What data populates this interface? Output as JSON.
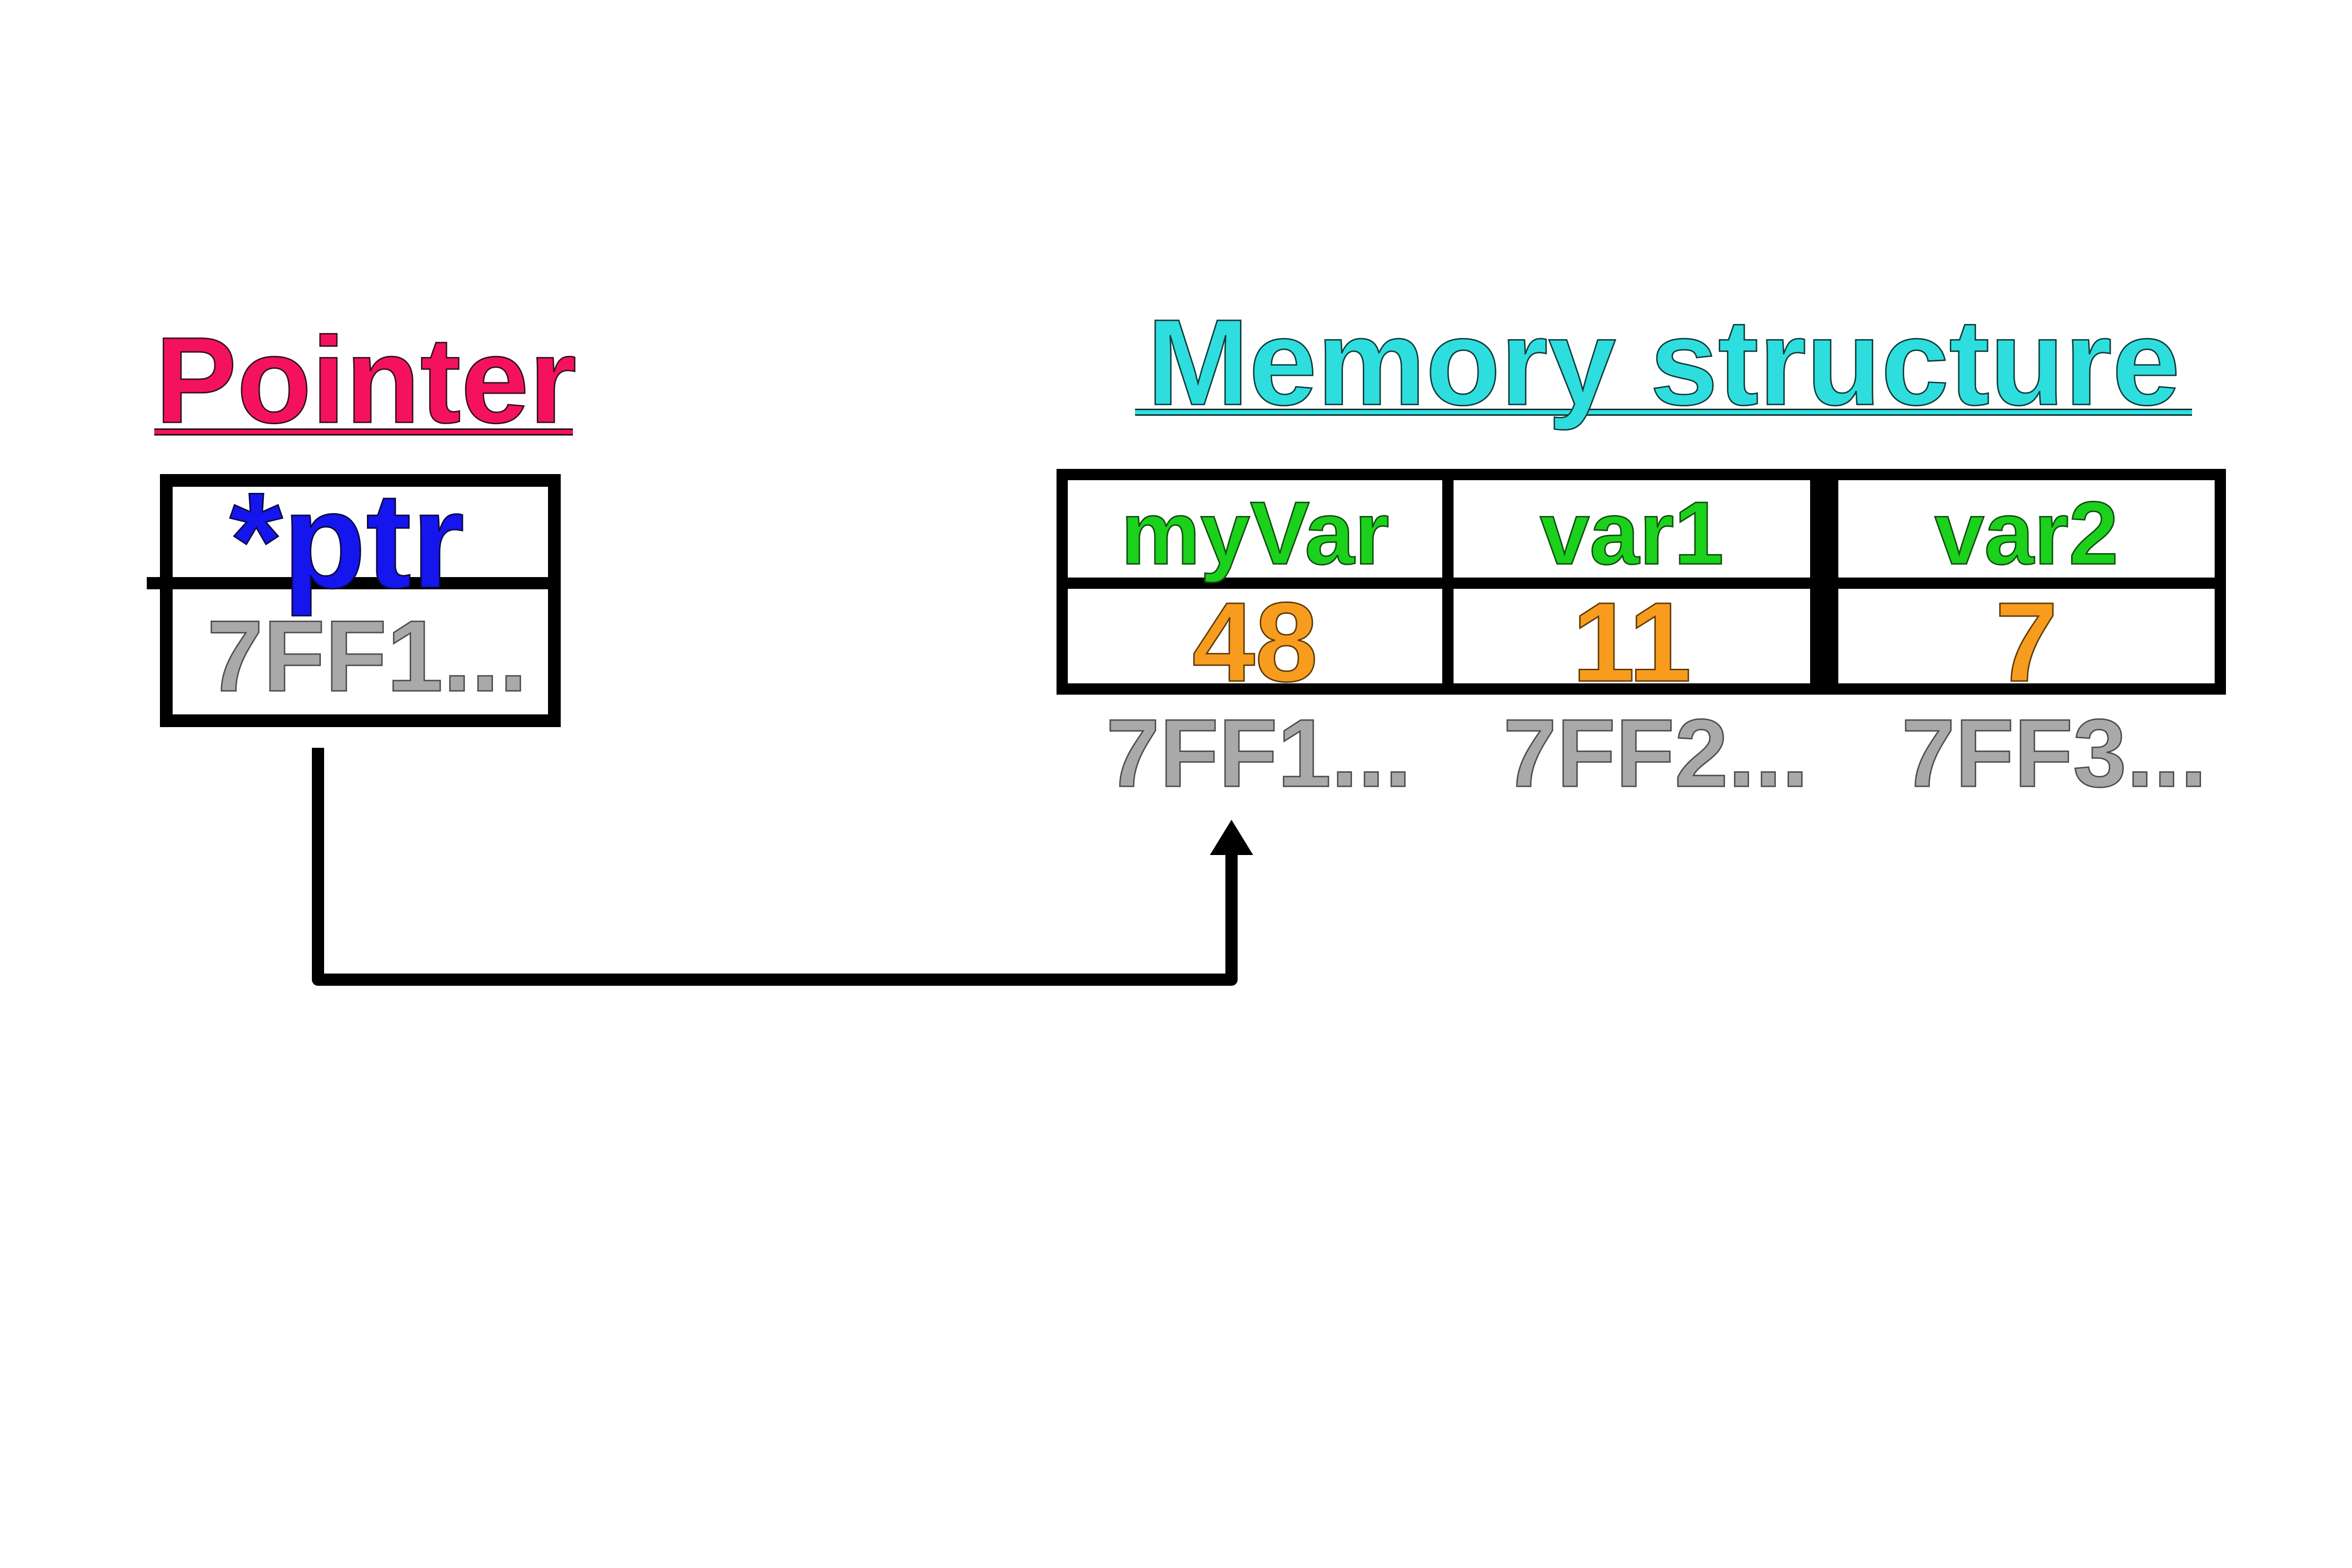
{
  "diagram": {
    "left_title": "Pointer",
    "right_title": "Memory structure",
    "pointer_box": {
      "label": "*ptr",
      "address": "7FF1..."
    },
    "memory_cells": [
      {
        "name": "myVar",
        "value": "48",
        "address": "7FF1..."
      },
      {
        "name": "var1",
        "value": "11",
        "address": "7FF2..."
      },
      {
        "name": "var2",
        "value": "7",
        "address": "7FF3..."
      }
    ],
    "arrow": {
      "meaning": "pointer-value-points-to-myVar-address"
    },
    "colors": {
      "pointer_title": "#F4125E",
      "memory_title": "#2EDEDE",
      "pointer_label": "#1515EE",
      "cell_name": "#1BD11B",
      "cell_value": "#F79C1E",
      "address": "#A9A9A9",
      "line": "#000000"
    }
  }
}
